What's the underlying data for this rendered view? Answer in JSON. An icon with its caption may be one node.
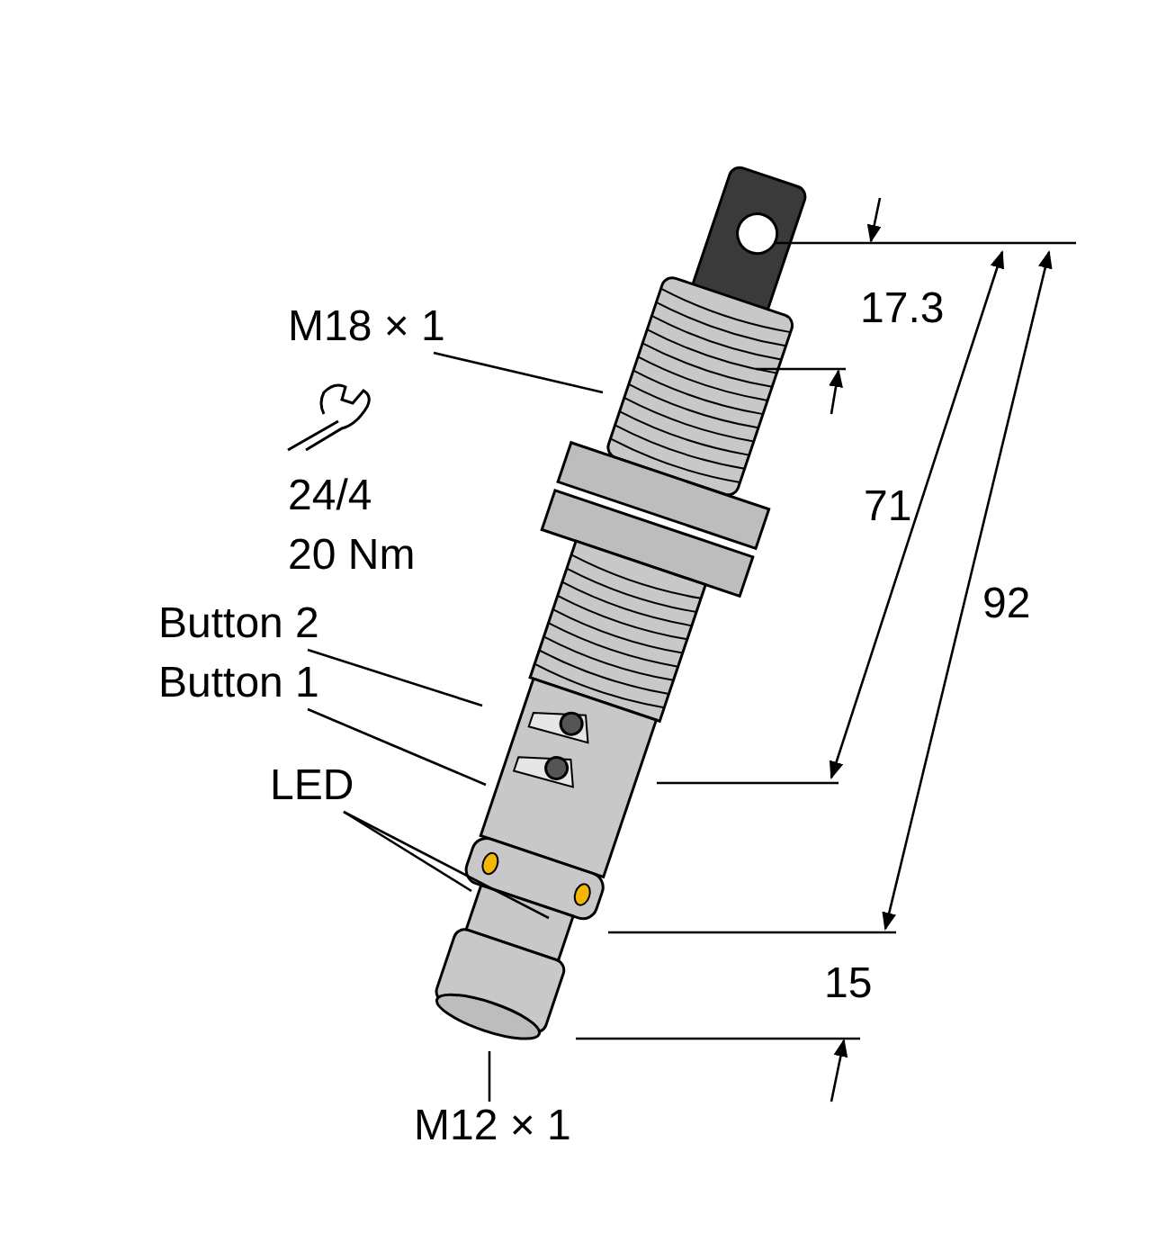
{
  "diagram": {
    "nodes": [
      {
        "text": [
          "M18 × 1"
        ]
      },
      {
        "text": [
          "Button 2"
        ]
      },
      {
        "text": [
          "Button 1"
        ]
      },
      {
        "text": [
          "LED"
        ]
      },
      {
        "text": [
          "M12 × 1"
        ]
      }
    ],
    "edges": [
      {
        "from": 0,
        "to": null,
        "arrow": "none"
      },
      {
        "from": 1,
        "to": null,
        "arrow": "none"
      },
      {
        "from": 2,
        "to": null,
        "arrow": "none"
      },
      {
        "from": 3,
        "to": null,
        "arrow": "none"
      },
      {
        "from": 3,
        "to": null,
        "arrow": "none"
      },
      {
        "from": 4,
        "to": null,
        "arrow": "none"
      }
    ],
    "labels": [
      "17.3",
      "24/4",
      "71",
      "20 Nm",
      "92",
      "15"
    ]
  }
}
